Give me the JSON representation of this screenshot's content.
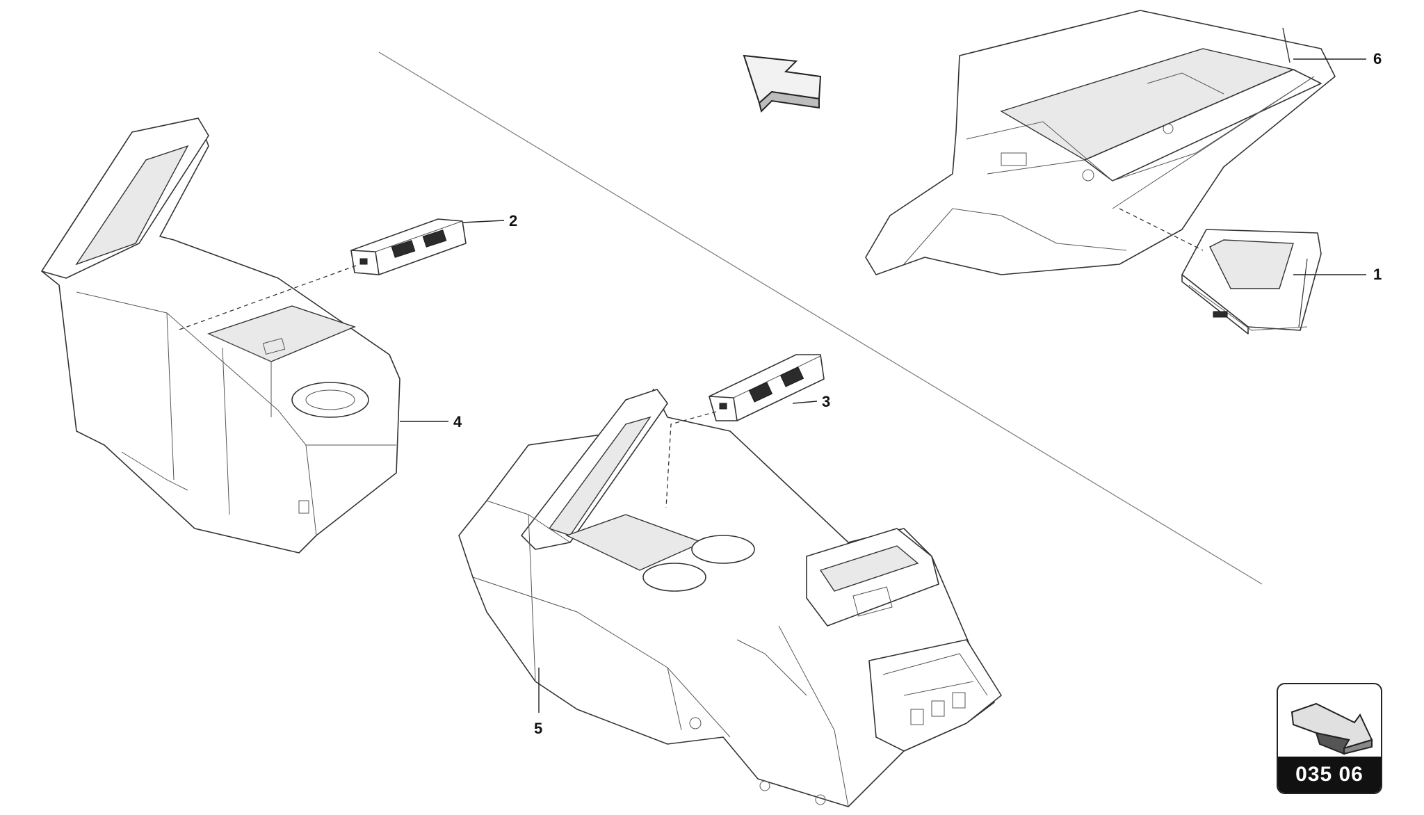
{
  "diagram": {
    "callouts": {
      "c1": "1",
      "c2": "2",
      "c3": "3",
      "c4": "4",
      "c5": "5",
      "c6": "6"
    },
    "reference_code": "035 06",
    "icons": {
      "direction_arrow": "direction-arrow-icon",
      "reference_arrow": "reference-arrow-icon"
    },
    "colors": {
      "line": "#333333",
      "background": "#ffffff",
      "badge": "#111111"
    }
  }
}
